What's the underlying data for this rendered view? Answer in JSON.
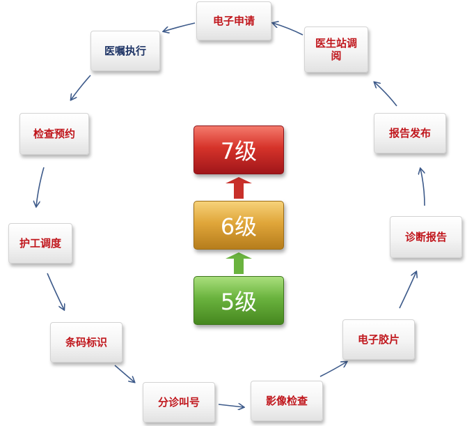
{
  "cycle_steps": [
    "电子申请",
    "医生站调阅",
    "报告发布",
    "诊断报告",
    "电子胶片",
    "影像检查",
    "分诊叫号",
    "条码标识",
    "护工调度",
    "检查预约",
    "医嘱执行"
  ],
  "levels": [
    {
      "label": "7级",
      "color": "#c0161c"
    },
    {
      "label": "6级",
      "color": "#e0a63a"
    },
    {
      "label": "5级",
      "color": "#6ab33e"
    }
  ],
  "colors": {
    "step_text": "#c0161c",
    "connector": "#3d5a8a",
    "up_arrow_red": "#c8302a",
    "up_arrow_green": "#6ab33e"
  }
}
